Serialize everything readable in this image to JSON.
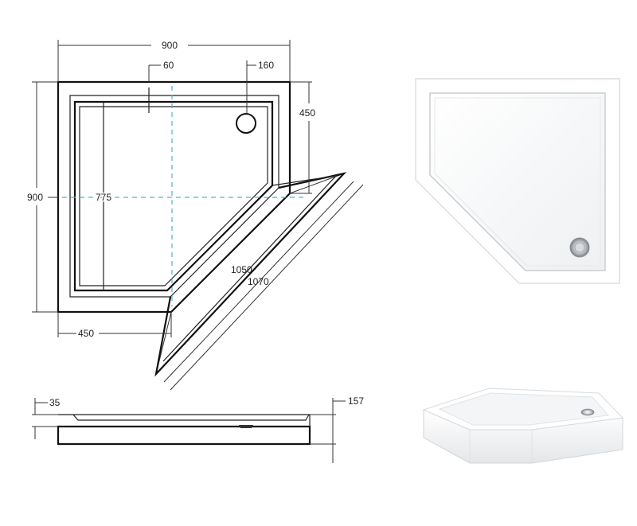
{
  "diagram": {
    "dimensions": {
      "overall_width": "900",
      "overall_depth": "900",
      "inset_top": "60",
      "drain_offset": "160",
      "right_side": "450",
      "bottom_side": "450",
      "inner_depth": "775",
      "diagonal_inner": "1050",
      "diagonal_outer": "1070",
      "tray_height": "35",
      "total_height": "157"
    }
  }
}
